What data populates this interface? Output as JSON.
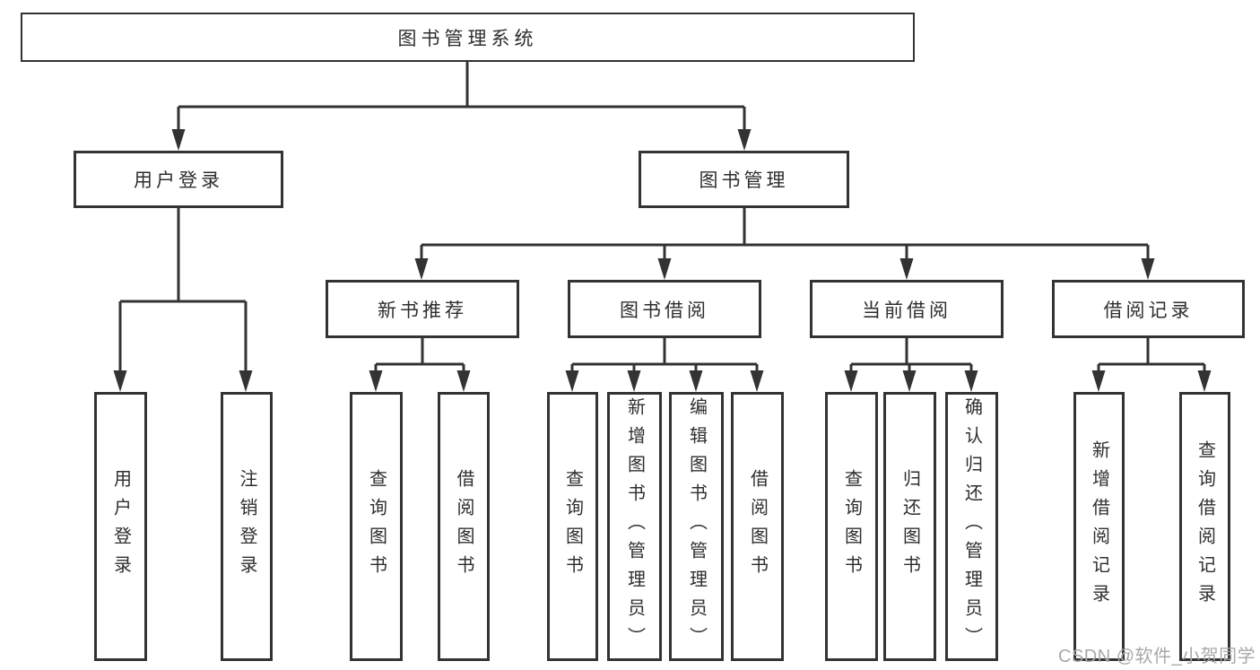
{
  "diagram": {
    "root": {
      "label": "图书管理系统"
    },
    "branches": [
      {
        "label": "用户登录",
        "children": [
          {
            "label": "用户登录"
          },
          {
            "label": "注销登录"
          }
        ]
      },
      {
        "label": "图书管理",
        "groups": [
          {
            "label": "新书推荐",
            "children": [
              {
                "label": "查询图书"
              },
              {
                "label": "借阅图书"
              }
            ]
          },
          {
            "label": "图书借阅",
            "children": [
              {
                "label": "查询图书"
              },
              {
                "label": "新增图书（管理员）"
              },
              {
                "label": "编辑图书（管理员）"
              },
              {
                "label": "借阅图书"
              }
            ]
          },
          {
            "label": "当前借阅",
            "children": [
              {
                "label": "查询图书"
              },
              {
                "label": "归还图书"
              },
              {
                "label": "确认归还（管理员）"
              }
            ]
          },
          {
            "label": "借阅记录",
            "children": [
              {
                "label": "新增借阅记录"
              },
              {
                "label": "查询借阅记录"
              }
            ]
          }
        ]
      }
    ],
    "watermark": "CSDN @软件_小贺同学",
    "colors": {
      "line": "#333333",
      "border": "#333333",
      "text": "#2e2e2e",
      "watermark": "#a8a8a8",
      "background": "#ffffff"
    }
  }
}
